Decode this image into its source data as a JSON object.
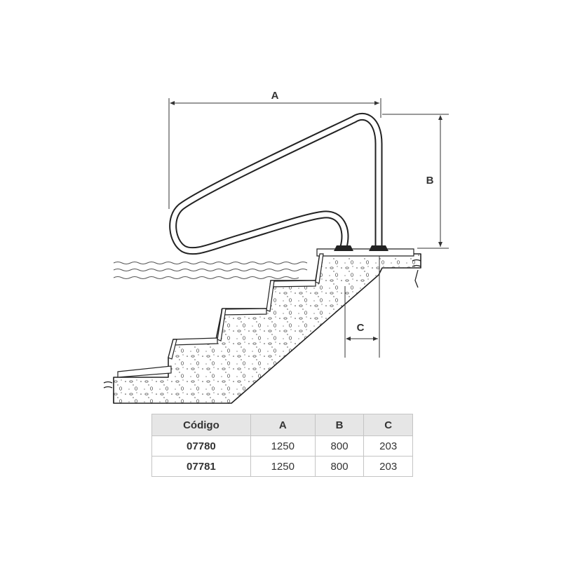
{
  "diagram": {
    "dimension_labels": {
      "a": "A",
      "b": "B",
      "c": "C"
    }
  },
  "table": {
    "headers": [
      "Código",
      "A",
      "B",
      "C"
    ],
    "rows": [
      {
        "code": "07780",
        "a": "1250",
        "b": "800",
        "c": "203"
      },
      {
        "code": "07781",
        "a": "1250",
        "b": "800",
        "c": "203"
      }
    ]
  }
}
